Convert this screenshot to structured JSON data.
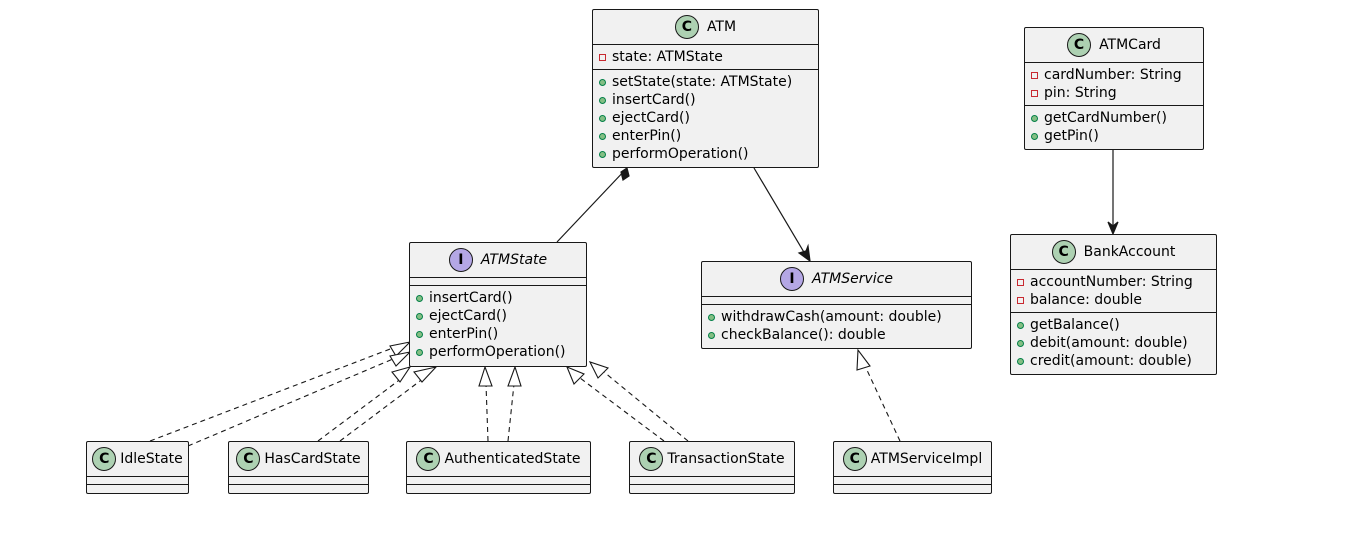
{
  "classes": {
    "atm": {
      "name": "ATM",
      "kind": "C",
      "fields": [
        {
          "vis": "private",
          "text": "state: ATMState"
        }
      ],
      "methods": [
        {
          "vis": "public",
          "text": "setState(state: ATMState)"
        },
        {
          "vis": "public",
          "text": "insertCard()"
        },
        {
          "vis": "public",
          "text": "ejectCard()"
        },
        {
          "vis": "public",
          "text": "enterPin()"
        },
        {
          "vis": "public",
          "text": "performOperation()"
        }
      ]
    },
    "atmcard": {
      "name": "ATMCard",
      "kind": "C",
      "fields": [
        {
          "vis": "private",
          "text": "cardNumber: String"
        },
        {
          "vis": "private",
          "text": "pin: String"
        }
      ],
      "methods": [
        {
          "vis": "public",
          "text": "getCardNumber()"
        },
        {
          "vis": "public",
          "text": "getPin()"
        }
      ]
    },
    "atmstate": {
      "name": "ATMState",
      "kind": "I",
      "methods": [
        {
          "vis": "public",
          "text": "insertCard()"
        },
        {
          "vis": "public",
          "text": "ejectCard()"
        },
        {
          "vis": "public",
          "text": "enterPin()"
        },
        {
          "vis": "public",
          "text": "performOperation()"
        }
      ]
    },
    "atmservice": {
      "name": "ATMService",
      "kind": "I",
      "methods": [
        {
          "vis": "public",
          "text": "withdrawCash(amount: double)"
        },
        {
          "vis": "public",
          "text": "checkBalance(): double"
        }
      ]
    },
    "bankaccount": {
      "name": "BankAccount",
      "kind": "C",
      "fields": [
        {
          "vis": "private",
          "text": "accountNumber: String"
        },
        {
          "vis": "private",
          "text": "balance: double"
        }
      ],
      "methods": [
        {
          "vis": "public",
          "text": "getBalance()"
        },
        {
          "vis": "public",
          "text": "debit(amount: double)"
        },
        {
          "vis": "public",
          "text": "credit(amount: double)"
        }
      ]
    },
    "idlestate": {
      "name": "IdleState",
      "kind": "C"
    },
    "hascardstate": {
      "name": "HasCardState",
      "kind": "C"
    },
    "authenticatedstate": {
      "name": "AuthenticatedState",
      "kind": "C"
    },
    "transactionstate": {
      "name": "TransactionState",
      "kind": "C"
    },
    "atmserviceimpl": {
      "name": "ATMServiceImpl",
      "kind": "C"
    }
  },
  "relations": [
    {
      "from": "ATM",
      "to": "ATMState",
      "type": "composition"
    },
    {
      "from": "ATM",
      "to": "ATMService",
      "type": "association"
    },
    {
      "from": "ATMCard",
      "to": "BankAccount",
      "type": "association"
    },
    {
      "from": "IdleState",
      "to": "ATMState",
      "type": "realization"
    },
    {
      "from": "HasCardState",
      "to": "ATMState",
      "type": "realization"
    },
    {
      "from": "AuthenticatedState",
      "to": "ATMState",
      "type": "realization"
    },
    {
      "from": "TransactionState",
      "to": "ATMState",
      "type": "realization"
    },
    {
      "from": "ATMServiceImpl",
      "to": "ATMService",
      "type": "realization"
    }
  ],
  "colors": {
    "box_fill": "#f1f1f1",
    "border": "#181818",
    "class_badge": "#add1b2",
    "interface_badge": "#b4a7e5",
    "public_marker": "#84be84",
    "private_marker": "#c82930"
  }
}
